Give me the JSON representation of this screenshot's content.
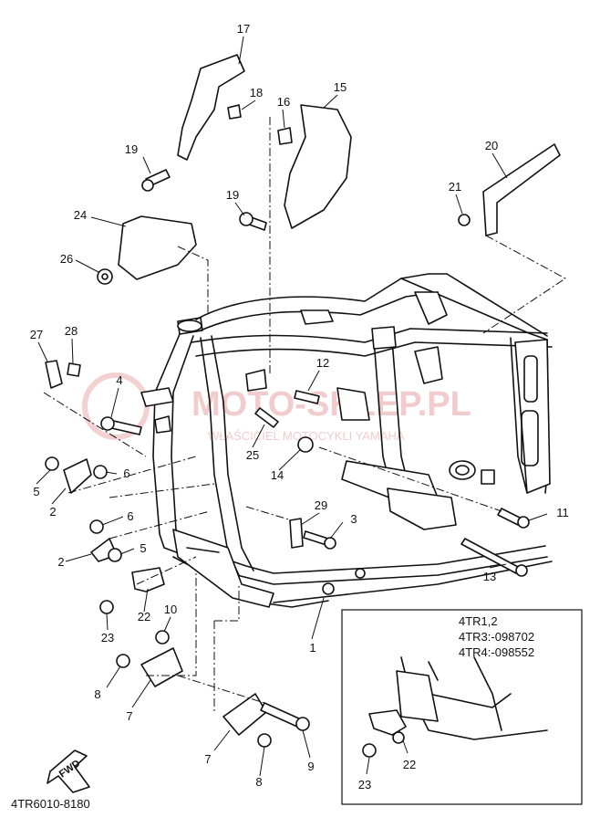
{
  "callouts": [
    {
      "id": "17",
      "label": "17"
    },
    {
      "id": "18",
      "label": "18"
    },
    {
      "id": "16",
      "label": "16"
    },
    {
      "id": "15",
      "label": "15"
    },
    {
      "id": "19a",
      "label": "19"
    },
    {
      "id": "19b",
      "label": "19"
    },
    {
      "id": "20",
      "label": "20"
    },
    {
      "id": "21",
      "label": "21"
    },
    {
      "id": "24",
      "label": "24"
    },
    {
      "id": "26",
      "label": "26"
    },
    {
      "id": "27",
      "label": "27"
    },
    {
      "id": "28",
      "label": "28"
    },
    {
      "id": "4",
      "label": "4"
    },
    {
      "id": "12",
      "label": "12"
    },
    {
      "id": "25",
      "label": "25"
    },
    {
      "id": "14",
      "label": "14"
    },
    {
      "id": "5a",
      "label": "5"
    },
    {
      "id": "6a",
      "label": "6"
    },
    {
      "id": "2a",
      "label": "2"
    },
    {
      "id": "6b",
      "label": "6"
    },
    {
      "id": "2b",
      "label": "2"
    },
    {
      "id": "5b",
      "label": "5"
    },
    {
      "id": "29",
      "label": "29"
    },
    {
      "id": "3",
      "label": "3"
    },
    {
      "id": "11",
      "label": "11"
    },
    {
      "id": "13",
      "label": "13"
    },
    {
      "id": "22a",
      "label": "22"
    },
    {
      "id": "23a",
      "label": "23"
    },
    {
      "id": "10",
      "label": "10"
    },
    {
      "id": "1",
      "label": "1"
    },
    {
      "id": "8a",
      "label": "8"
    },
    {
      "id": "7a",
      "label": "7"
    },
    {
      "id": "7b",
      "label": "7"
    },
    {
      "id": "8b",
      "label": "8"
    },
    {
      "id": "9",
      "label": "9"
    },
    {
      "id": "22b",
      "label": "22"
    },
    {
      "id": "23b",
      "label": "23"
    }
  ],
  "inset": {
    "lines": [
      "4TR1,2",
      "4TR3:-098702",
      "4TR4:-098552"
    ]
  },
  "fwd_label": "FWD",
  "diagram_code": "4TR6010-8180",
  "watermark": {
    "logo_text": "MOTO-SKLEP.PL",
    "subtext": "WŁAŚCICIEL MOTOCYKLI YAMAHA"
  },
  "colors": {
    "line": "#111111",
    "watermark": "#e9a3a3"
  }
}
